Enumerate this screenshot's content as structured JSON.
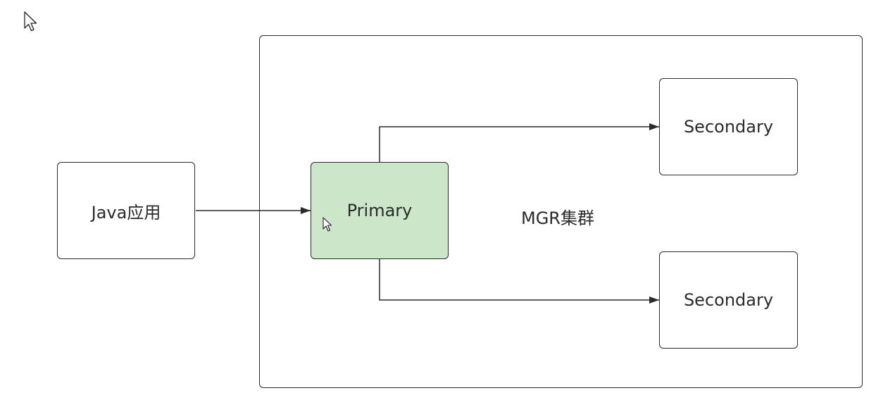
{
  "nodes": {
    "java_app": {
      "label": "Java应用"
    },
    "primary": {
      "label": "Primary",
      "fill": "#cbe6c9"
    },
    "secondary_top": {
      "label": "Secondary"
    },
    "secondary_bottom": {
      "label": "Secondary"
    }
  },
  "cluster": {
    "label": "MGR集群"
  },
  "colors": {
    "stroke": "#2b2b2b",
    "primary_fill": "#cbe6c9",
    "background": "#ffffff"
  },
  "icons": {
    "pointer": "arrow-cursor-icon"
  }
}
